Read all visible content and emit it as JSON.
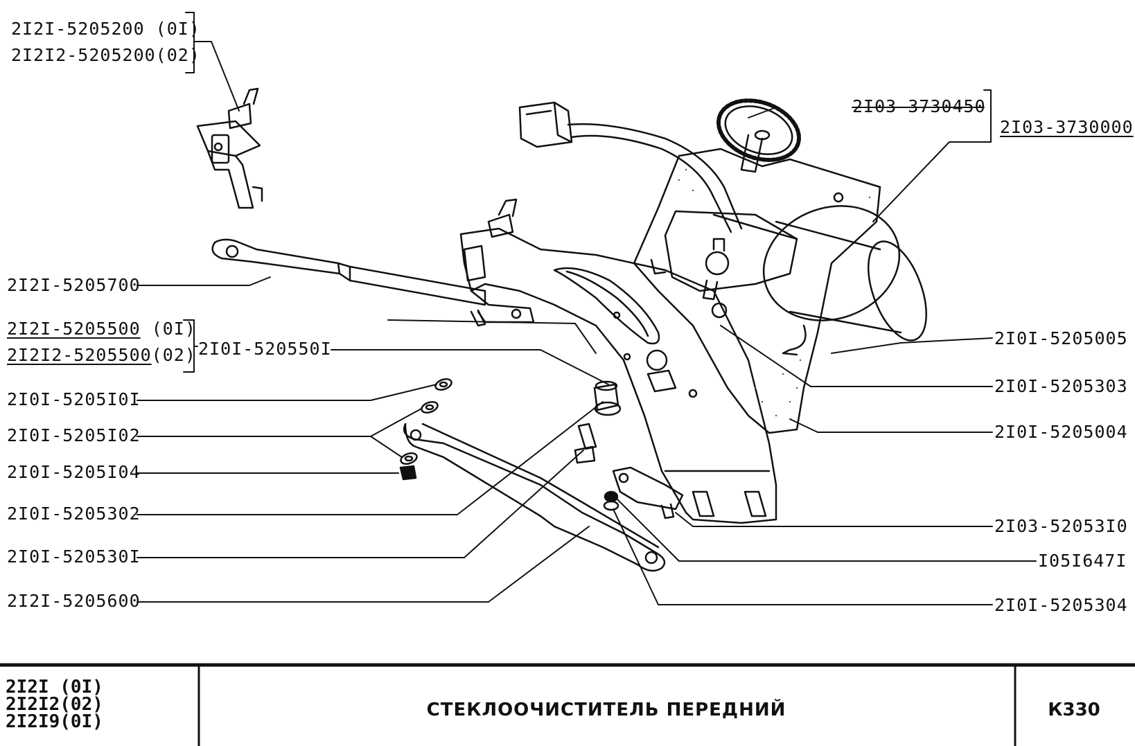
{
  "labels": {
    "switch_a": "2I2I-5205200 (0I)",
    "switch_b": "2I2I2-5205200(02)",
    "rod_upper": "2I2I-5205700",
    "frame_a": "2I2I-5205500",
    "frame_a_suffix": "(0I)",
    "frame_b": "2I2I2-5205500",
    "frame_b_suffix": "(02)",
    "bracket": "2I0I-520550I",
    "washer_101": "2I0I-5205I0I",
    "washer_102": "2I0I-5205I02",
    "nut_104": "2I0I-5205I04",
    "bushing_302": "2I0I-5205302",
    "bolt_301": "2I0I-520530I",
    "rod_lower": "2I2I-5205600",
    "gear": "2I03-3730450",
    "motor_assy": "2I03-3730000",
    "motor": "2I0I-5205005",
    "washer_303": "2I0I-5205303",
    "crank": "2I0I-5205004",
    "lever_310": "2I03-52053I0",
    "nut_1051647": "I05I647I",
    "washer_304": "2I0I-5205304"
  },
  "title_block": {
    "models": [
      "2I2I (0I)",
      "2I2I2(02)",
      "2I2I9(0I)"
    ],
    "title": "СТЕКЛООЧИСТИТЕЛЬ ПЕРЕДНИЙ",
    "code": "К330"
  }
}
